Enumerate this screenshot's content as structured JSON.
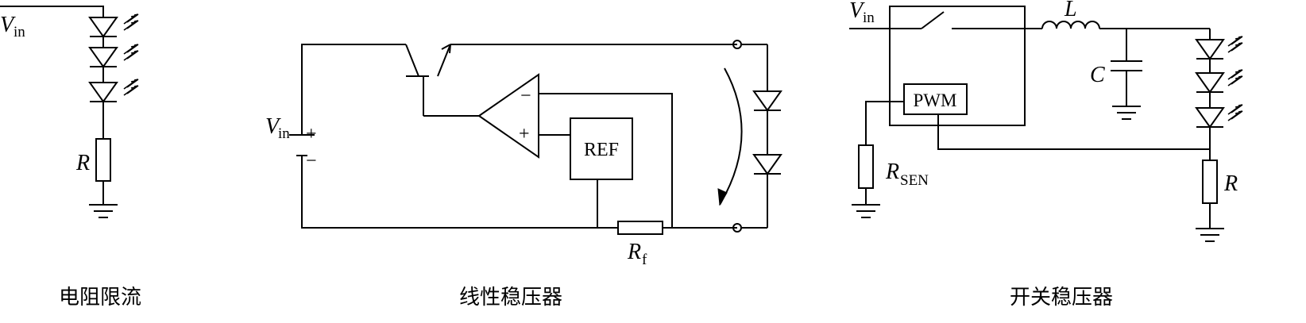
{
  "panels": {
    "resistor": {
      "caption": "电阻限流",
      "vin_main": "V",
      "vin_sub": "in",
      "resistor_label": "R"
    },
    "linear": {
      "caption": "线性稳压器",
      "vin_main": "V",
      "vin_sub": "in",
      "plus": "+",
      "minus": "−",
      "opamp_plus": "+",
      "opamp_minus": "−",
      "ref_label": "REF",
      "rf_main": "R",
      "rf_sub": "f"
    },
    "switching": {
      "caption": "开关稳压器",
      "vin_main": "V",
      "vin_sub": "in",
      "inductor_label": "L",
      "capacitor_label": "C",
      "pwm_label": "PWM",
      "rsen_main": "R",
      "rsen_sub": "SEN",
      "resistor_label": "R"
    }
  }
}
